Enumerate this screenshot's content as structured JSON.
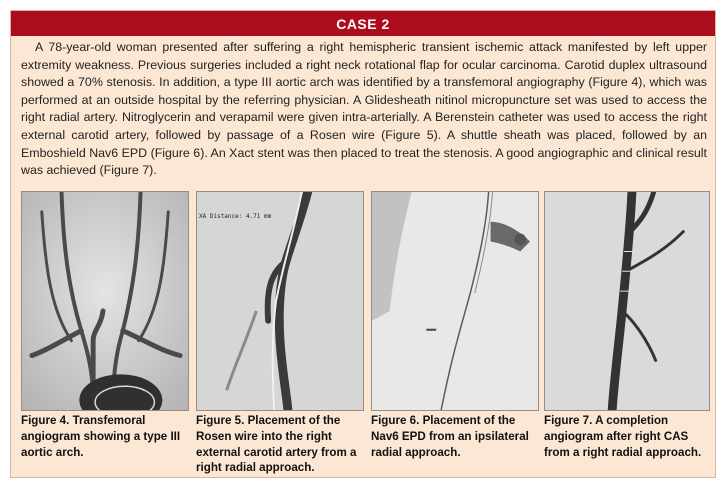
{
  "header": {
    "title": "CASE 2"
  },
  "case_text": "A 78-year-old woman presented after suffering a right hemispheric transient ischemic attack manifested by left upper extremity weakness. Previous surgeries included a right neck rotational flap for ocular carcinoma. Carotid duplex ultrasound showed a 70% stenosis. In addition, a type III aortic arch was identified by a transfemoral angiography (Figure 4), which was performed at an outside hospital by the referring physician. A Glidesheath nitinol micropuncture set was used to access the right radial artery. Nitroglycerin and verapamil were given intra-arterially. A Berenstein catheter was used to access the right external carotid artery, followed by passage of a Rosen wire (Figure 5). A shuttle sheath was placed, followed by an Emboshield Nav6 EPD (Figure 6). An Xact stent was then placed to treat the stenosis. A good angiographic and clinical result was achieved (Figure 7).",
  "figures": [
    {
      "label": "Figure 4.",
      "caption": "Transfemoral angiogram showing a type III aortic arch."
    },
    {
      "label": "Figure 5.",
      "caption": "Placement of the Rosen wire into the right external carotid artery from a right radial approach.",
      "image_text": [
        "XA Distance: 4.71 mm"
      ]
    },
    {
      "label": "Figure 6.",
      "caption": "Placement of the Nav6 EPD from an ipsilateral radial approach."
    },
    {
      "label": "Figure 7.",
      "caption": "A completion angiogram after right CAS from a right radial approach."
    }
  ],
  "colors": {
    "header_bg": "#ab0d1d",
    "panel_bg": "#fce7d4"
  }
}
